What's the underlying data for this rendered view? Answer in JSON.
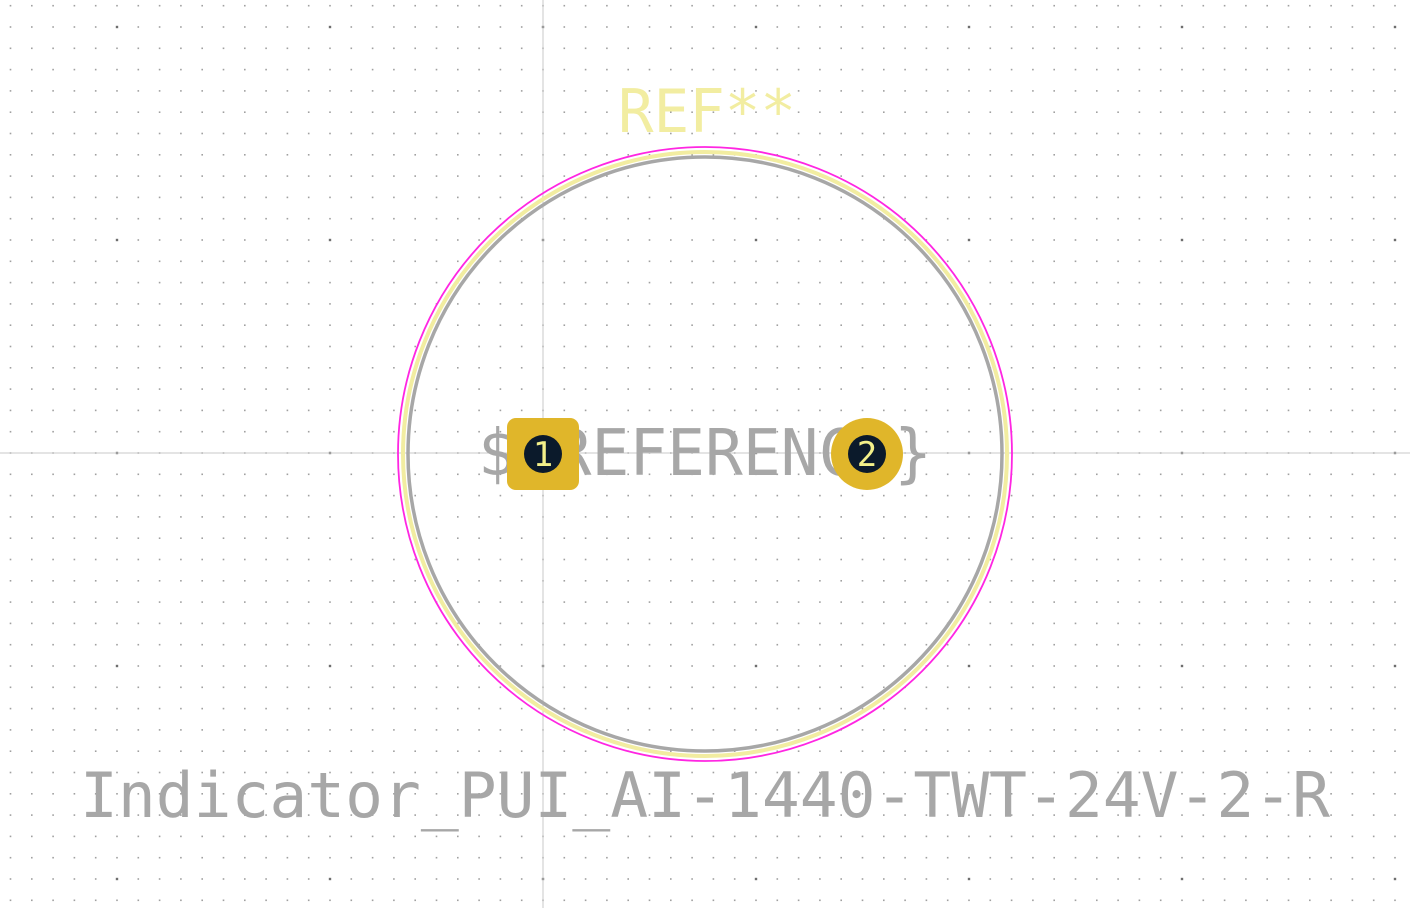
{
  "footprint": {
    "reference_text": "REF**",
    "user_text": "${REFERENCE}",
    "value_text": "Indicator_PUI_AI-1440-TWT-24V-2-R"
  },
  "pads": [
    {
      "number": "1",
      "shape": "rect"
    },
    {
      "number": "2",
      "shape": "circle"
    }
  ],
  "colors": {
    "background": "#ffffff",
    "grid": "#8a8a8a",
    "crosshair": "#c8c8c8",
    "silkscreen": "#f2eda1",
    "fab": "#a7a7a7",
    "courtyard": "#ff26e2",
    "pad": "#e0b62a",
    "drill": "#0b1a2b",
    "pad_number": "#f3f08a"
  }
}
